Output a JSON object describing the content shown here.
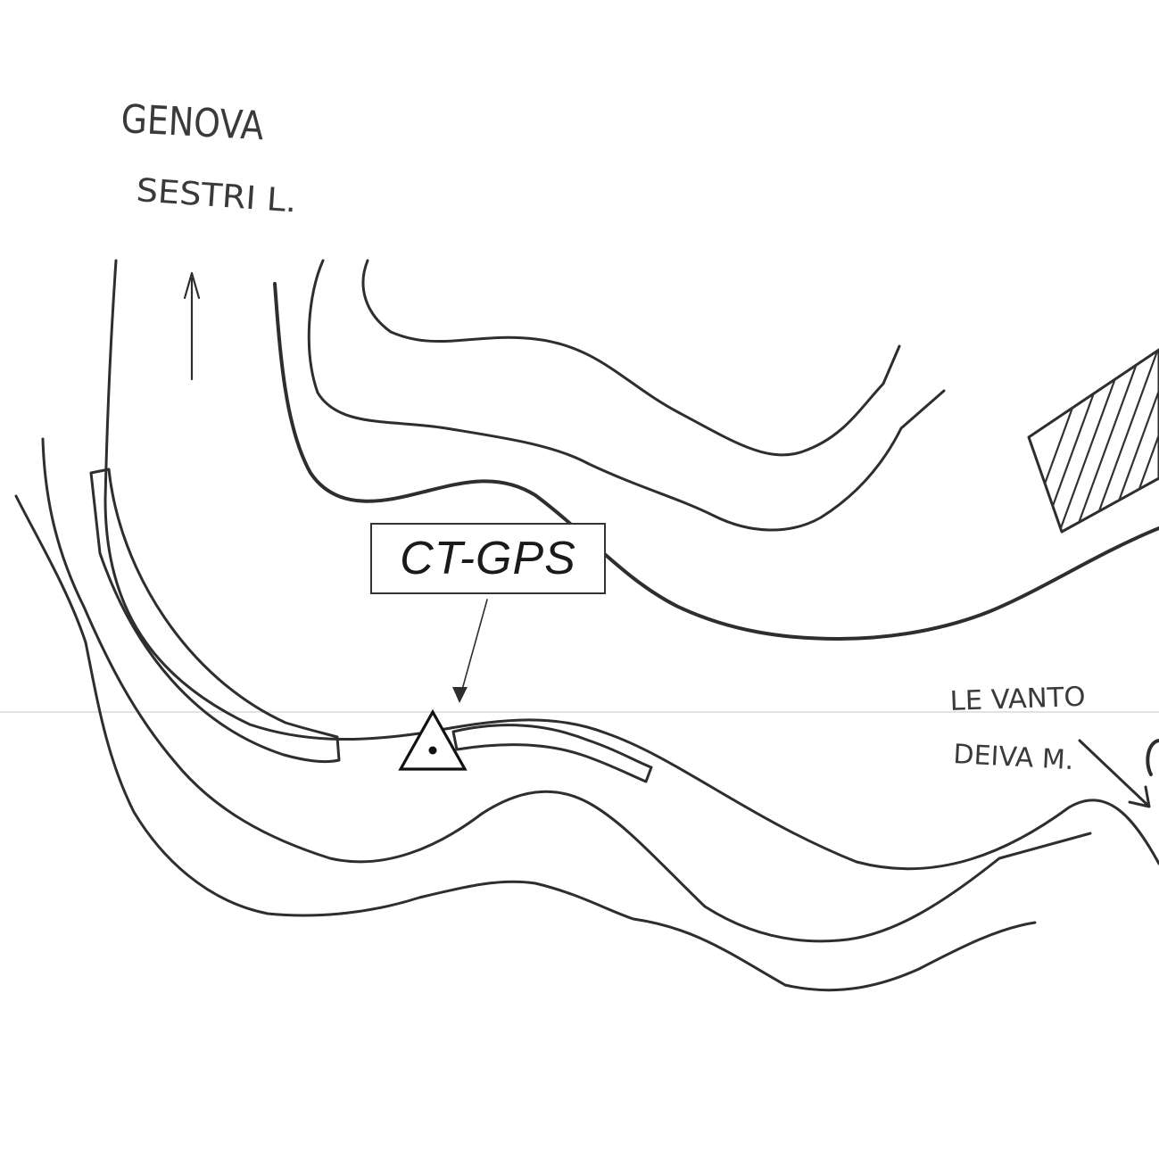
{
  "map": {
    "labels": {
      "genova": "GENOVA",
      "sestri": "SESTRI L.",
      "levanto_line1": "LE VANTO",
      "levanto_line2": "DEIVA M."
    },
    "station": {
      "label": "CT-GPS",
      "marker_icon": "triangle-dot-icon"
    },
    "colors": {
      "ink": "#2e2e2e",
      "paper": "#ffffff",
      "label": "#3a3a3a"
    }
  }
}
